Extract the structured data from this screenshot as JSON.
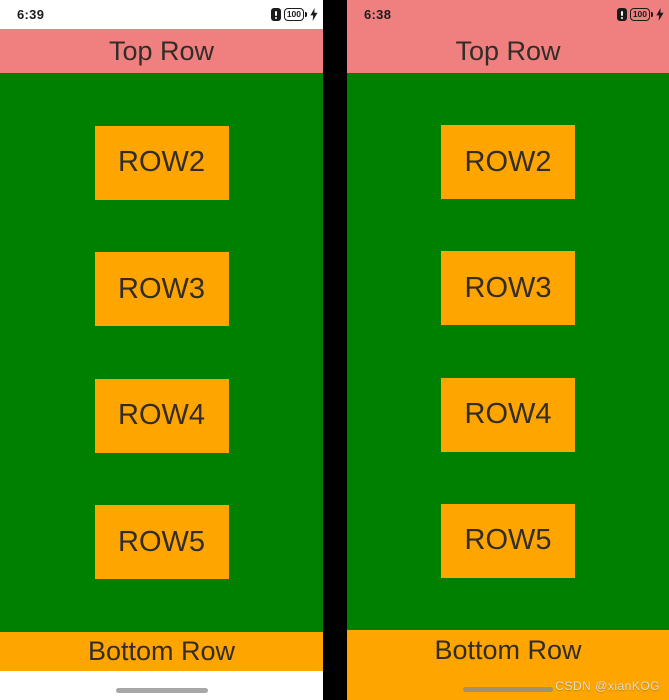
{
  "colors": {
    "header_pink": "#f08080",
    "content_green": "#008000",
    "accent_orange": "#ffa500",
    "text_dark": "#322d28",
    "divider_black": "#000000",
    "pill_gray": "#a7a7a7",
    "pill_on_orange": "#9e9272"
  },
  "screens": [
    {
      "id": "left",
      "status_bar": {
        "time": "6:39",
        "battery_percent": "100"
      },
      "header": {
        "label": "Top Row"
      },
      "rows": [
        {
          "label": "ROW2"
        },
        {
          "label": "ROW3"
        },
        {
          "label": "ROW4"
        },
        {
          "label": "ROW5"
        }
      ],
      "footer": {
        "label": "Bottom Row"
      }
    },
    {
      "id": "right",
      "status_bar": {
        "time": "6:38",
        "battery_percent": "100"
      },
      "header": {
        "label": "Top Row"
      },
      "rows": [
        {
          "label": "ROW2"
        },
        {
          "label": "ROW3"
        },
        {
          "label": "ROW4"
        },
        {
          "label": "ROW5"
        }
      ],
      "footer": {
        "label": "Bottom Row"
      }
    }
  ],
  "watermark": "CSDN @xianKOG"
}
